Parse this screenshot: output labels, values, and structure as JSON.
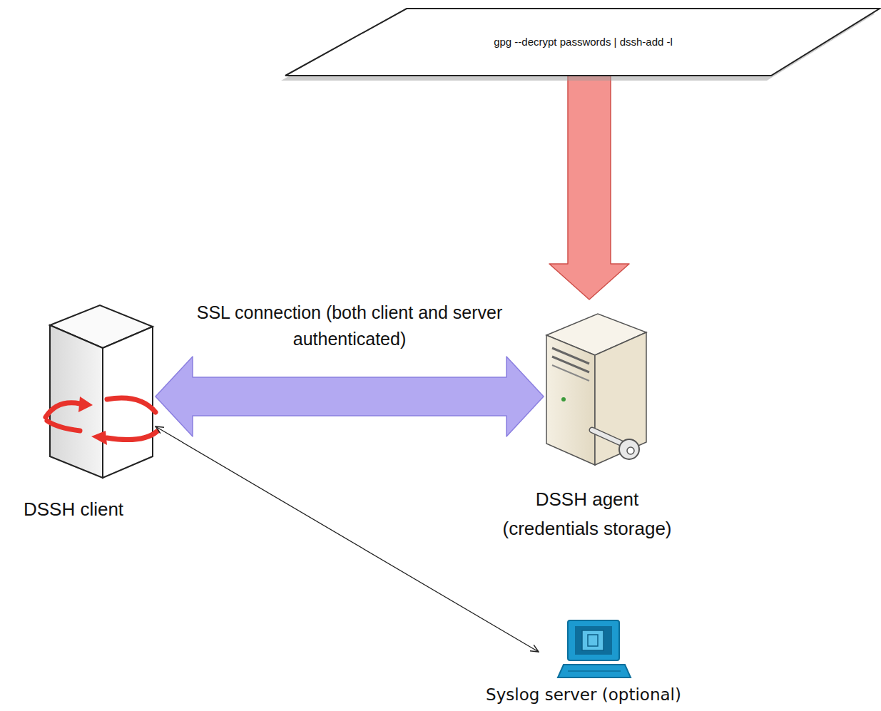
{
  "diagram": {
    "nodes": [
      {
        "text": [
          "gpg --decrypt passwords | dssh-add -l"
        ]
      },
      {
        "text": [
          "DSSH client"
        ]
      },
      {
        "text": [
          "DSSH agent (credentials storage)"
        ]
      },
      {
        "text": [
          "Syslog server (optional)"
        ]
      }
    ],
    "edges": [
      {
        "from": 0,
        "to": 2,
        "arrow": "to"
      },
      {
        "from": 1,
        "to": 2,
        "label": "SSL connection (both client and server authenticated)",
        "arrow": "both"
      },
      {
        "from": 1,
        "to": 3,
        "arrow": "both"
      }
    ]
  }
}
